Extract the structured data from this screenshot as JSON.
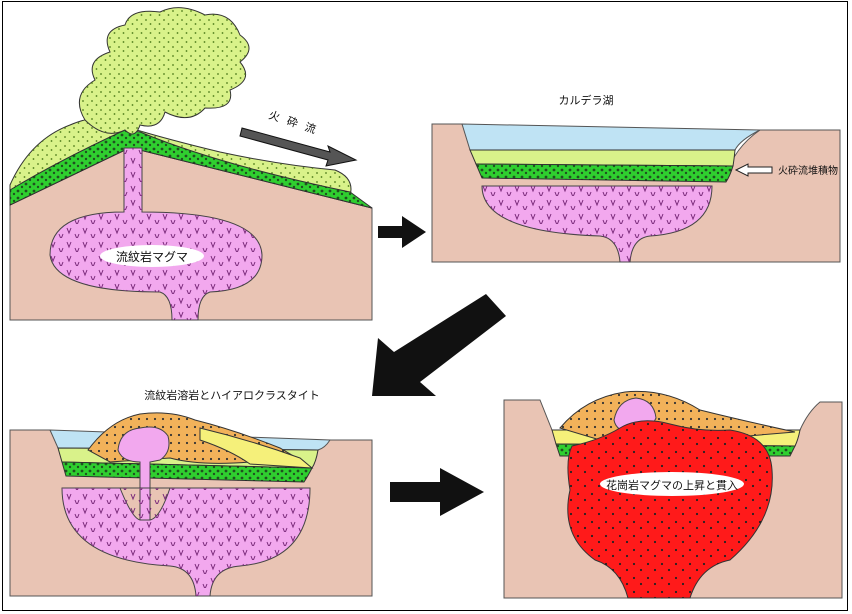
{
  "panels": {
    "eruption": {
      "magma_label": "流紋岩マグマ",
      "flow_label_chars": [
        "火",
        "砕",
        "流"
      ]
    },
    "caldera": {
      "lake_label": "カルデラ湖",
      "deposit_label": "火砕流堆積物"
    },
    "lava": {
      "title": "流紋岩溶岩とハイアロクラスタイト"
    },
    "granite": {
      "magma_label": "花崗岩マグマの上昇と貫入"
    }
  },
  "colors": {
    "ground": "#e9c4b4",
    "ejecta": "#d9f28a",
    "green_layer": "#2fcf2f",
    "magma_rhyolite": "#f2a8ee",
    "water": "#bfe3f4",
    "lava_orange": "#f2b25a",
    "yellow_layer": "#f5f07a",
    "granite_magma": "#ff1a1a"
  }
}
